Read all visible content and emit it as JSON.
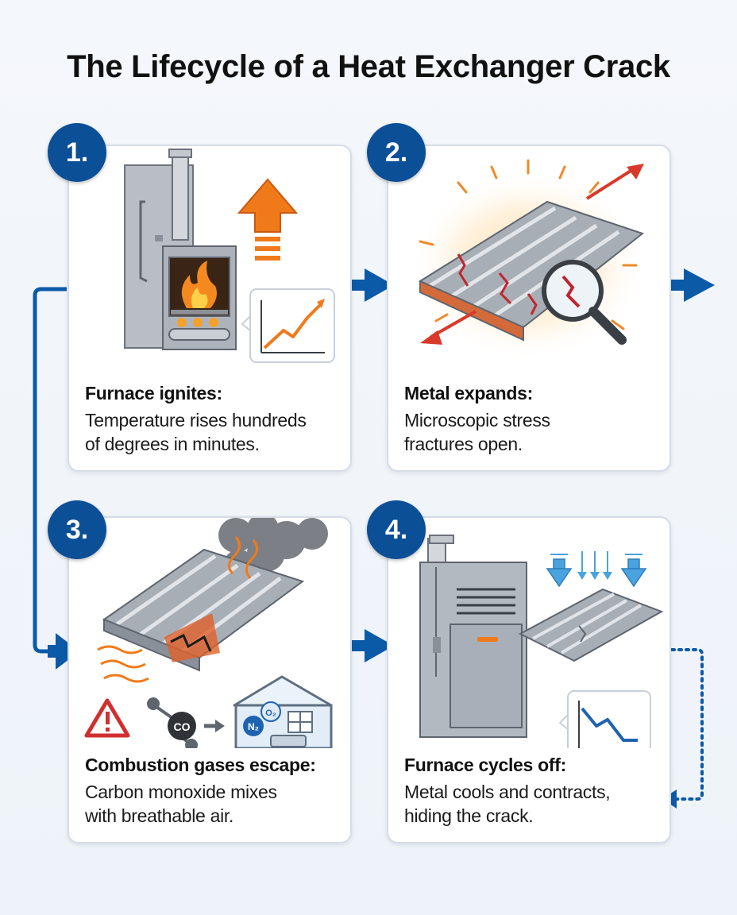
{
  "title": "The Lifecycle of a Heat Exchanger Crack",
  "steps": [
    {
      "number": "1.",
      "heading": "Furnace ignites:",
      "body_lines": [
        "Temperature rises hundreds",
        "of degrees in minutes."
      ],
      "icon": "furnace-flame-icon"
    },
    {
      "number": "2.",
      "heading": "Metal expands:",
      "body_lines": [
        "Microscopic stress",
        "fractures open."
      ],
      "icon": "expanding-metal-icon"
    },
    {
      "number": "3.",
      "heading": "Combustion gases escape:",
      "body_lines": [
        "Carbon monoxide mixes",
        "with breathable air."
      ],
      "icon": "gas-leak-icon"
    },
    {
      "number": "4.",
      "heading": "Furnace cycles off:",
      "body_lines": [
        "Metal cools and contracts,",
        "hiding the crack."
      ],
      "icon": "furnace-cooling-icon"
    }
  ],
  "molecules": {
    "co": "CO",
    "n2": "N₂",
    "o2": "O₂"
  },
  "colors": {
    "badge": "#0b4f97",
    "arrow": "#0b5aa8",
    "heat": "#f07a1a",
    "crack": "#c0262d",
    "cool": "#4aa3df"
  }
}
